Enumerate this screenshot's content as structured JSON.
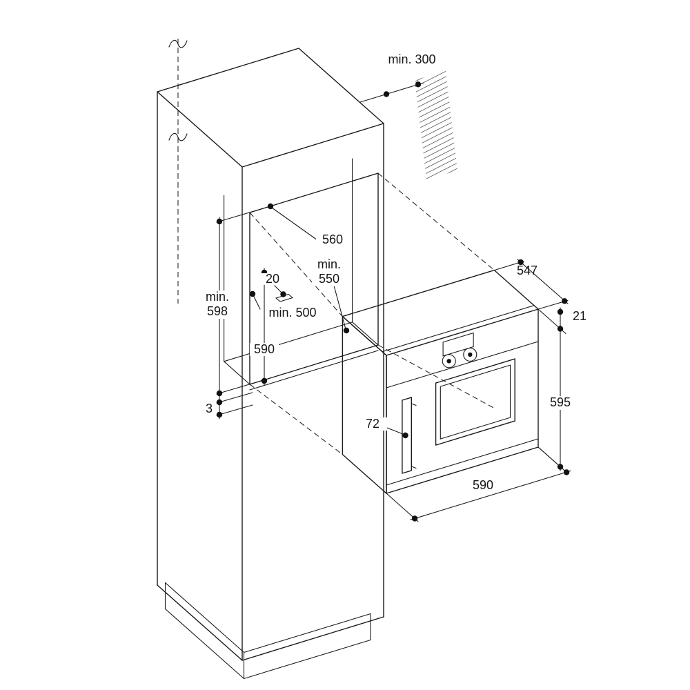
{
  "dimensions": {
    "wall_clearance": "min. 300",
    "niche_width": "560",
    "niche_depth_min_l1": "min.",
    "niche_depth_min_l2": "550",
    "rear_step": "20",
    "niche_depth_bottom": "min. 500",
    "niche_height_min_l1": "min.",
    "niche_height_min_l2": "598",
    "niche_inner_height": "590",
    "shelf_gap": "3",
    "oven_depth": "547",
    "front_overhang": "21",
    "oven_height": "595",
    "handle_projection": "72",
    "oven_width": "590"
  },
  "colors": {
    "line": "#1a1a1a",
    "side_shade": "#e9e9e9",
    "background": "#ffffff"
  }
}
